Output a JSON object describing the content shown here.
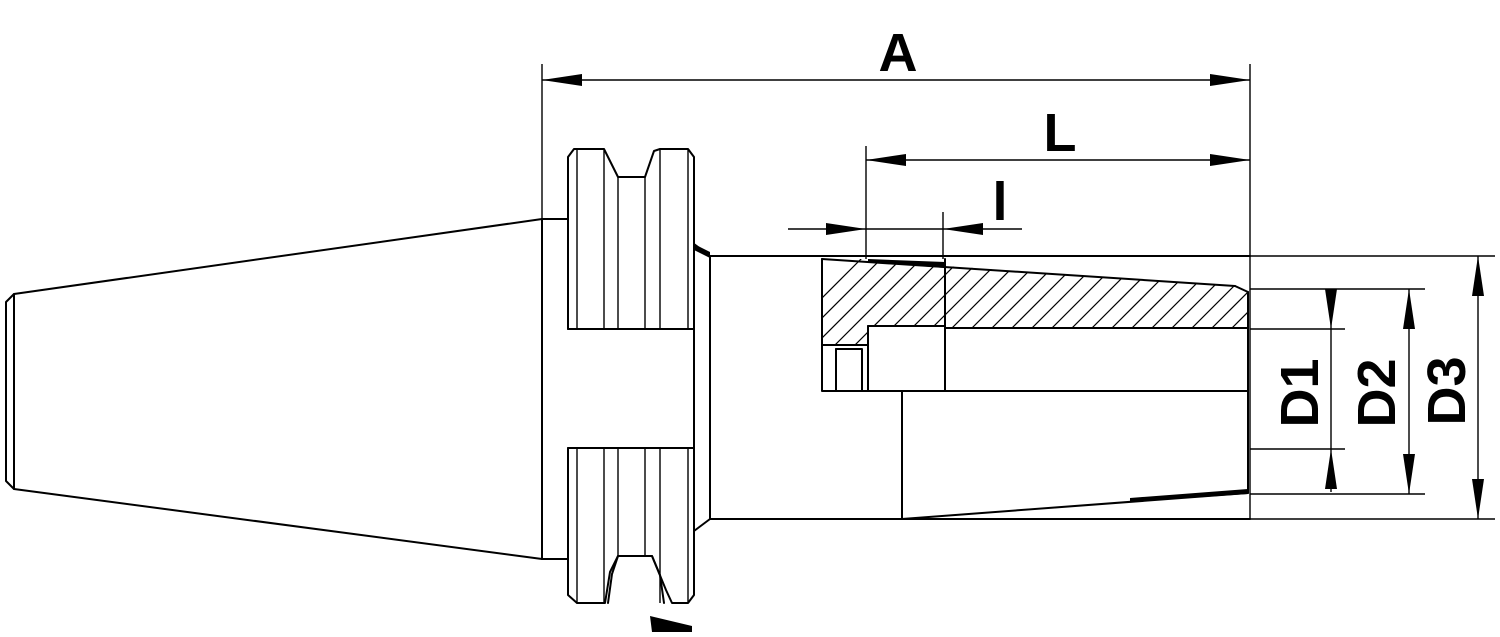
{
  "labels": {
    "A": "A",
    "L": "L",
    "l": "l",
    "D1": "D1",
    "D2": "D2",
    "D3": "D3"
  },
  "colors": {
    "line": "#000000",
    "background": "#ffffff"
  }
}
